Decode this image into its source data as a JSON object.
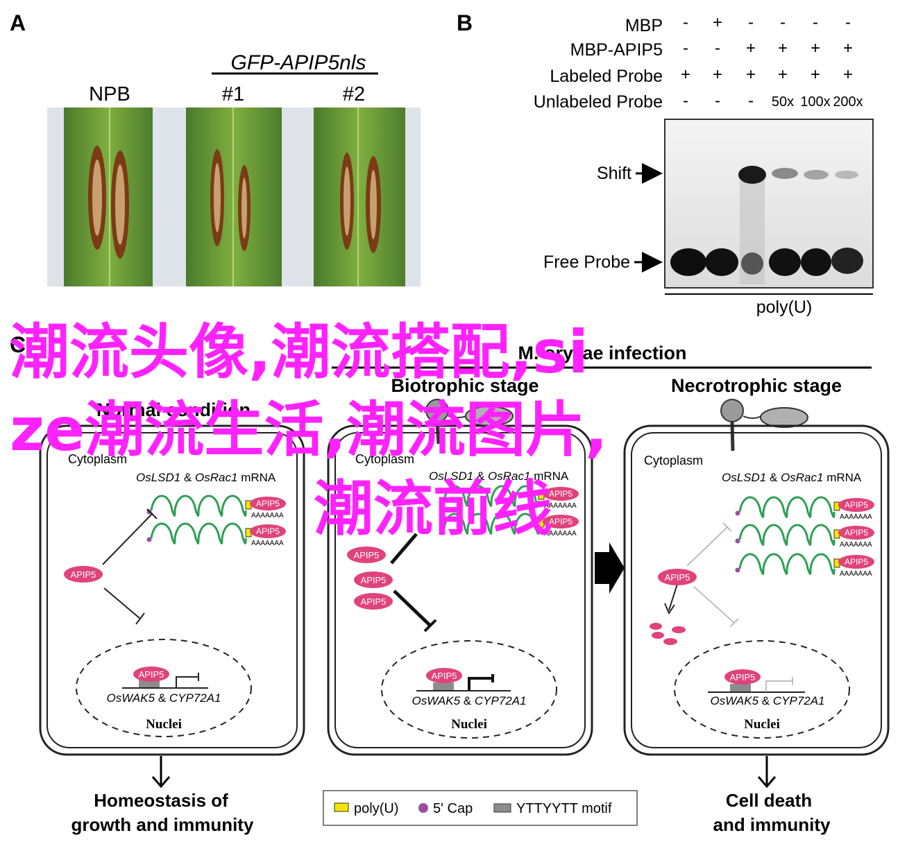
{
  "panel_a": {
    "letter": "A",
    "construct": "GFP-APIP5nls",
    "leaves": [
      "NPB",
      "#1",
      "#2"
    ]
  },
  "panel_b": {
    "letter": "B",
    "row_labels": [
      "MBP",
      "MBP-APIP5",
      "Labeled Probe",
      "Unlabeled Probe"
    ],
    "rows": [
      [
        "-",
        "+",
        "-",
        "-",
        "-",
        "-"
      ],
      [
        "-",
        "-",
        "+",
        "+",
        "+",
        "+"
      ],
      [
        "+",
        "+",
        "+",
        "+",
        "+",
        "+"
      ],
      [
        "-",
        "-",
        "-",
        "50x",
        "100x",
        "200x"
      ]
    ],
    "shift_label": "Shift",
    "free_probe_label": "Free Probe",
    "competitor_label": "poly(U)"
  },
  "panel_c": {
    "letter": "C",
    "infection_title": "M. oryzae infection",
    "stage_biotrophic": "Biotrophic stage",
    "stage_necrotrophic": "Necrotrophic stage",
    "normal_condition": "Normal condition",
    "cytoplasm_label": "Cytoplasm",
    "mrna_label": {
      "gene1": "OsLSD1",
      "amp": " & ",
      "gene2": "OsRac1",
      "suffix": " mRNA"
    },
    "protein_label": "APIP5",
    "polya_label": "AAAAAAA",
    "target_genes": {
      "gene1": "OsWAK5",
      "amp": " & ",
      "gene2": "CYP72A1"
    },
    "nuclei_label": "Nuclei",
    "outcome_left": [
      "Homeostasis of",
      "growth and immunity"
    ],
    "outcome_right": [
      "Cell death",
      "and immunity"
    ],
    "legend": [
      "poly(U)",
      "5' Cap",
      "YTTYYTT motif"
    ]
  },
  "overlay": {
    "lines": [
      "潮流头像,潮流搭配,si",
      "ze潮流生活,潮流图片,",
      "潮流前线"
    ]
  },
  "colors": {
    "apip5_fill": "#e0437a",
    "mrna_green": "#2e9e55",
    "polyu_yellow": "#f2e600",
    "cap_purple": "#9a4ea3",
    "motif_gray": "#8c8c8c",
    "overlay_magenta": "#ff22ff"
  }
}
